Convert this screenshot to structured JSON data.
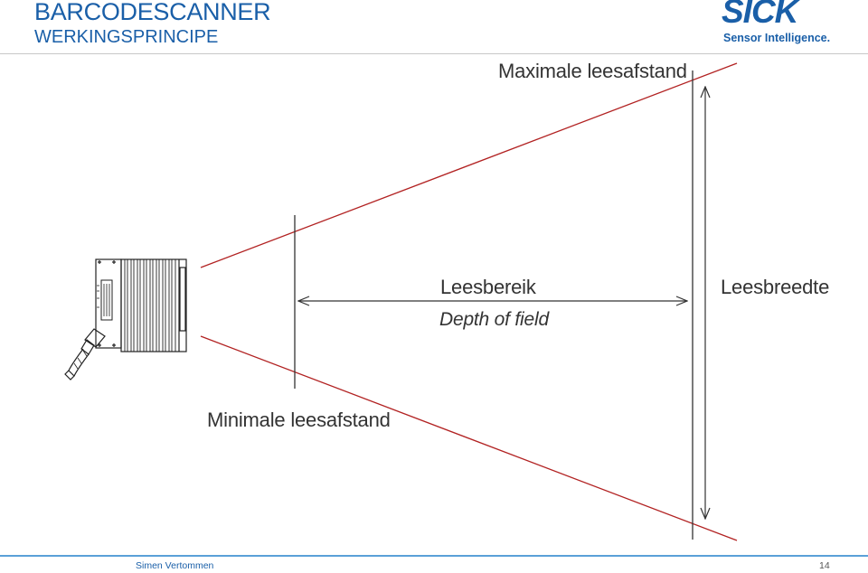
{
  "header": {
    "title": "BARCODESCANNER",
    "subtitle": "WERKINGSPRINCIPE"
  },
  "logo": {
    "word": "SICK",
    "tagline": "Sensor Intelligence."
  },
  "diagram": {
    "max_distance_label": "Maximale leesafstand",
    "min_distance_label": "Minimale leesafstand",
    "range_label": "Leesbereik",
    "depth_label": "Depth of field",
    "width_label": "Leesbreedte"
  },
  "footer": {
    "author": "Simen Vertommen",
    "page_number": "14"
  },
  "colors": {
    "brand_blue": "#1a5fa8",
    "beam_red": "#b22222",
    "footer_line": "#5aa0d8"
  }
}
